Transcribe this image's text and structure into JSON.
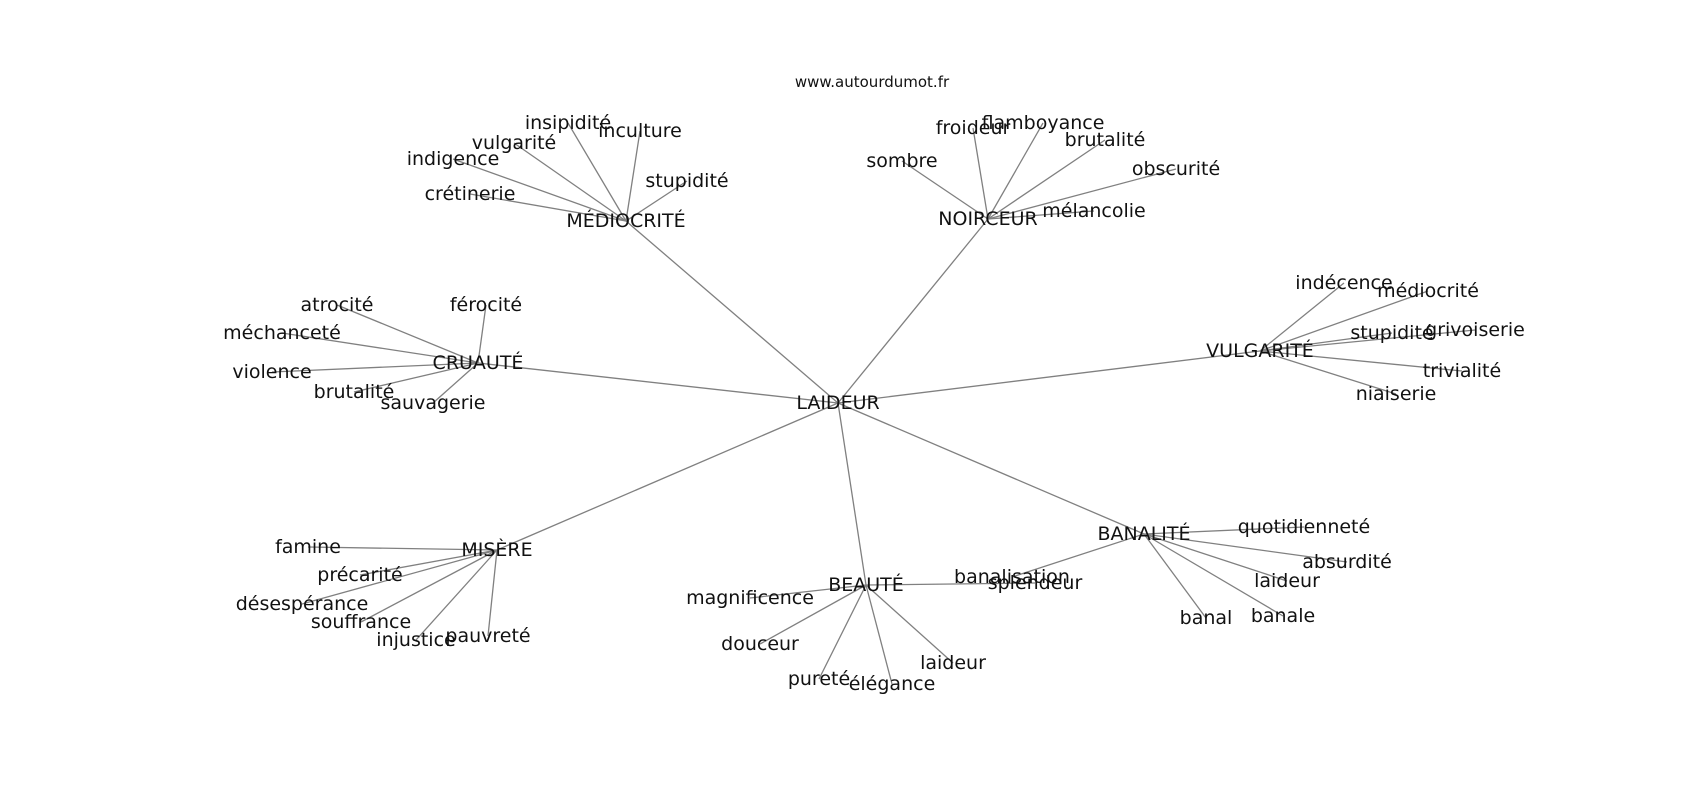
{
  "header": {
    "site": "www.autourdumot.fr"
  },
  "graph": {
    "root": "LAIDEUR",
    "hubs": [
      {
        "id": "mediocrite",
        "label": "MÉDIOCRITÉ",
        "leaves": [
          "insipidité",
          "inculture",
          "vulgarité",
          "indigence",
          "stupidité",
          "crétinerie"
        ]
      },
      {
        "id": "noirceur",
        "label": "NOIRCEUR",
        "leaves": [
          "froideur",
          "flamboyance",
          "brutalité",
          "sombre",
          "obscurité",
          "mélancolie"
        ]
      },
      {
        "id": "vulgarite",
        "label": "VULGARITÉ",
        "leaves": [
          "indécence",
          "médiocrité",
          "stupidité",
          "grivoiserie",
          "trivialité",
          "niaiserie"
        ]
      },
      {
        "id": "cruaute",
        "label": "CRUAUTÉ",
        "leaves": [
          "atrocité",
          "férocité",
          "méchanceté",
          "violence",
          "brutalité",
          "sauvagerie"
        ]
      },
      {
        "id": "misere",
        "label": "MISÈRE",
        "leaves": [
          "famine",
          "précarité",
          "désespérance",
          "souffrance",
          "injustice",
          "pauvreté"
        ]
      },
      {
        "id": "beaute",
        "label": "BEAUTÉ",
        "leaves": [
          "magnificence",
          "splendeur",
          "douceur",
          "pureté",
          "élégance",
          "laideur"
        ]
      },
      {
        "id": "banalite",
        "label": "BANALITÉ",
        "leaves": [
          "quotidienneté",
          "absurdité",
          "banalisation",
          "laideur",
          "banal",
          "banale"
        ]
      }
    ]
  }
}
